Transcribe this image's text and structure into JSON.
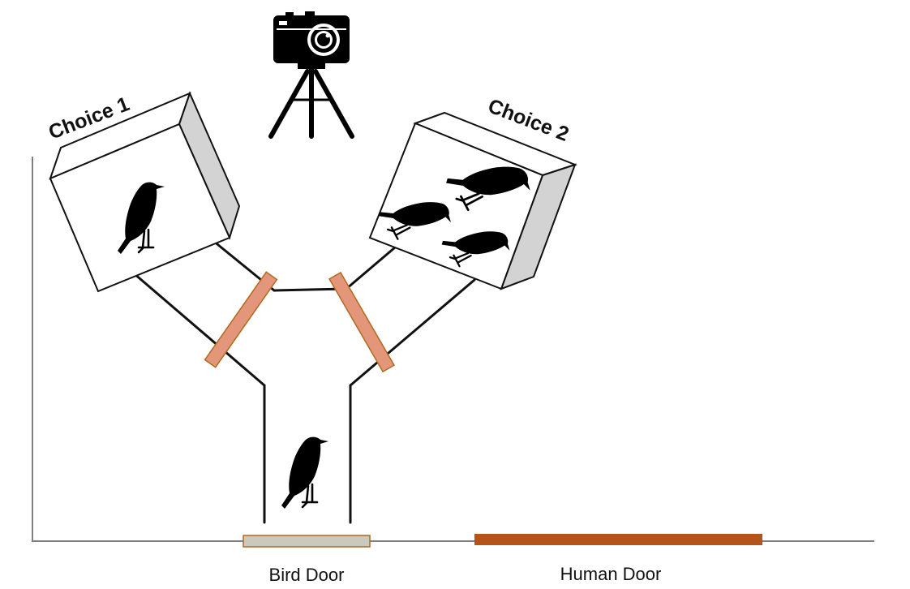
{
  "labels": {
    "choice_1": "Choice 1",
    "choice_2": "Choice 2",
    "bird_door": "Bird Door",
    "human_door": "Human Door"
  },
  "icons": {
    "camera": "camera-icon",
    "tripod": "tripod-icon",
    "bird": "crow-silhouette-icon"
  },
  "colors": {
    "box_face": "#ffffff",
    "box_side": "#d3d3d3",
    "outline": "#000000",
    "door_panel": "#e4967a",
    "door_panel_stroke": "#b06a1f",
    "bird_door": "#c9c9bd",
    "bird_door_stroke": "#b06a1f",
    "human_door": "#b5541a",
    "room_line": "#808080"
  }
}
